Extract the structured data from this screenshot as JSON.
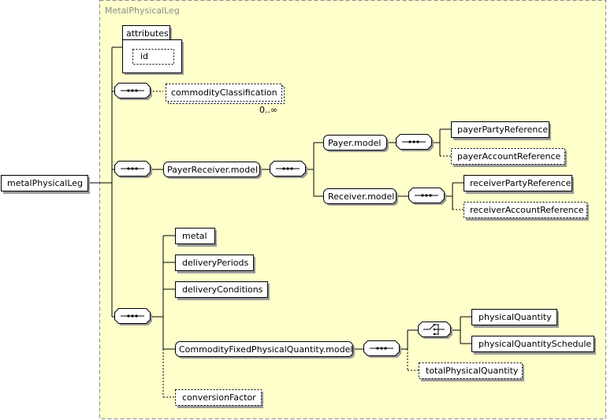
{
  "diagram": {
    "frame_title": "MetalPhysicalLeg",
    "root": "metalPhysicalLeg",
    "attributes": {
      "label": "attributes",
      "items": [
        "id"
      ]
    },
    "elements": {
      "commodityClassification": "commodityClassification",
      "commodityClassification_cardinality": "0..∞",
      "payerReceiverModel": "PayerReceiver.model",
      "payerModel": "Payer.model",
      "receiverModel": "Receiver.model",
      "payerPartyReference": "payerPartyReference",
      "payerAccountReference": "payerAccountReference",
      "receiverPartyReference": "receiverPartyReference",
      "receiverAccountReference": "receiverAccountReference",
      "metal": "metal",
      "deliveryPeriods": "deliveryPeriods",
      "deliveryConditions": "deliveryConditions",
      "commodityFixedPhysicalQuantityModel": "CommodityFixedPhysicalQuantity.model",
      "physicalQuantity": "physicalQuantity",
      "physicalQuantitySchedule": "physicalQuantitySchedule",
      "totalPhysicalQuantity": "totalPhysicalQuantity",
      "conversionFactor": "conversionFactor"
    },
    "colors": {
      "frame_fill": "#ffffcc",
      "frame_border": "#8c8c8c",
      "shadow": "#9a9a9a"
    }
  }
}
